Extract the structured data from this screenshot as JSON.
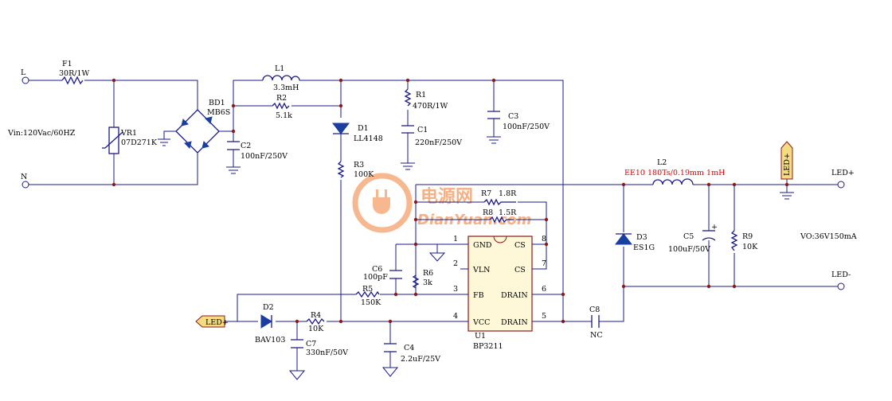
{
  "input": {
    "terminal_l": "L",
    "terminal_n": "N",
    "vin": "Vin:120Vac/60HZ"
  },
  "parts": {
    "f1": {
      "ref": "F1",
      "value": "30R/1W"
    },
    "vr1": {
      "ref": "VR1",
      "value": "07D271K"
    },
    "bd1": {
      "ref": "BD1",
      "value": "MB6S"
    },
    "l1": {
      "ref": "L1",
      "value": "3.3mH"
    },
    "r2": {
      "ref": "R2",
      "value": "5.1k"
    },
    "c2": {
      "ref": "C2",
      "value": "100nF/250V"
    },
    "d1": {
      "ref": "D1",
      "value": "LL4148"
    },
    "r3": {
      "ref": "R3",
      "value": "100K"
    },
    "r1": {
      "ref": "R1",
      "value": "470R/1W"
    },
    "c1": {
      "ref": "C1",
      "value": "220nF/250V"
    },
    "c3": {
      "ref": "C3",
      "value": "100nF/250V"
    },
    "l2": {
      "ref": "L2",
      "value": "EE10 180Ts/0.19mm 1mH"
    },
    "r7": {
      "ref": "R7",
      "value": "1.8R"
    },
    "r8": {
      "ref": "R8",
      "value": "1.5R"
    },
    "c6": {
      "ref": "C6",
      "value": "100pF"
    },
    "r6": {
      "ref": "R6",
      "value": "3k"
    },
    "r5": {
      "ref": "R5",
      "value": "150K"
    },
    "d3": {
      "ref": "D3",
      "value": "ES1G"
    },
    "c5": {
      "ref": "C5",
      "value": "100uF/50V"
    },
    "r9": {
      "ref": "R9",
      "value": "10K"
    },
    "d2": {
      "ref": "D2",
      "value": "BAV103"
    },
    "r4": {
      "ref": "R4",
      "value": "10K"
    },
    "c7": {
      "ref": "C7",
      "value": "330nF/50V"
    },
    "c4": {
      "ref": "C4",
      "value": "2.2uF/25V"
    },
    "c8": {
      "ref": "C8",
      "value": "NC"
    },
    "u1": {
      "ref": "U1",
      "value": "BP3211"
    }
  },
  "ic": {
    "pins_left": [
      {
        "num": "1",
        "name": "GND"
      },
      {
        "num": "2",
        "name": "VLN"
      },
      {
        "num": "3",
        "name": "FB"
      },
      {
        "num": "4",
        "name": "VCC"
      }
    ],
    "pins_right": [
      {
        "num": "8",
        "name": "CS"
      },
      {
        "num": "7",
        "name": "CS"
      },
      {
        "num": "6",
        "name": "DRAIN"
      },
      {
        "num": "5",
        "name": "DRAIN"
      }
    ]
  },
  "output": {
    "led_plus": "LED+",
    "led_minus": "LED-",
    "vo": "VO:36V150mA"
  },
  "net_flags": {
    "left": "LED+",
    "top": "LED+"
  },
  "watermark": {
    "cn": "电源网",
    "en": "DianYuan.com"
  },
  "colors": {
    "wire": "#1a1a8c",
    "junction": "#8b1a1a",
    "inductor_value": "#e60000",
    "net_flag_fill": "#f5dc82",
    "watermark": "#f07020"
  }
}
